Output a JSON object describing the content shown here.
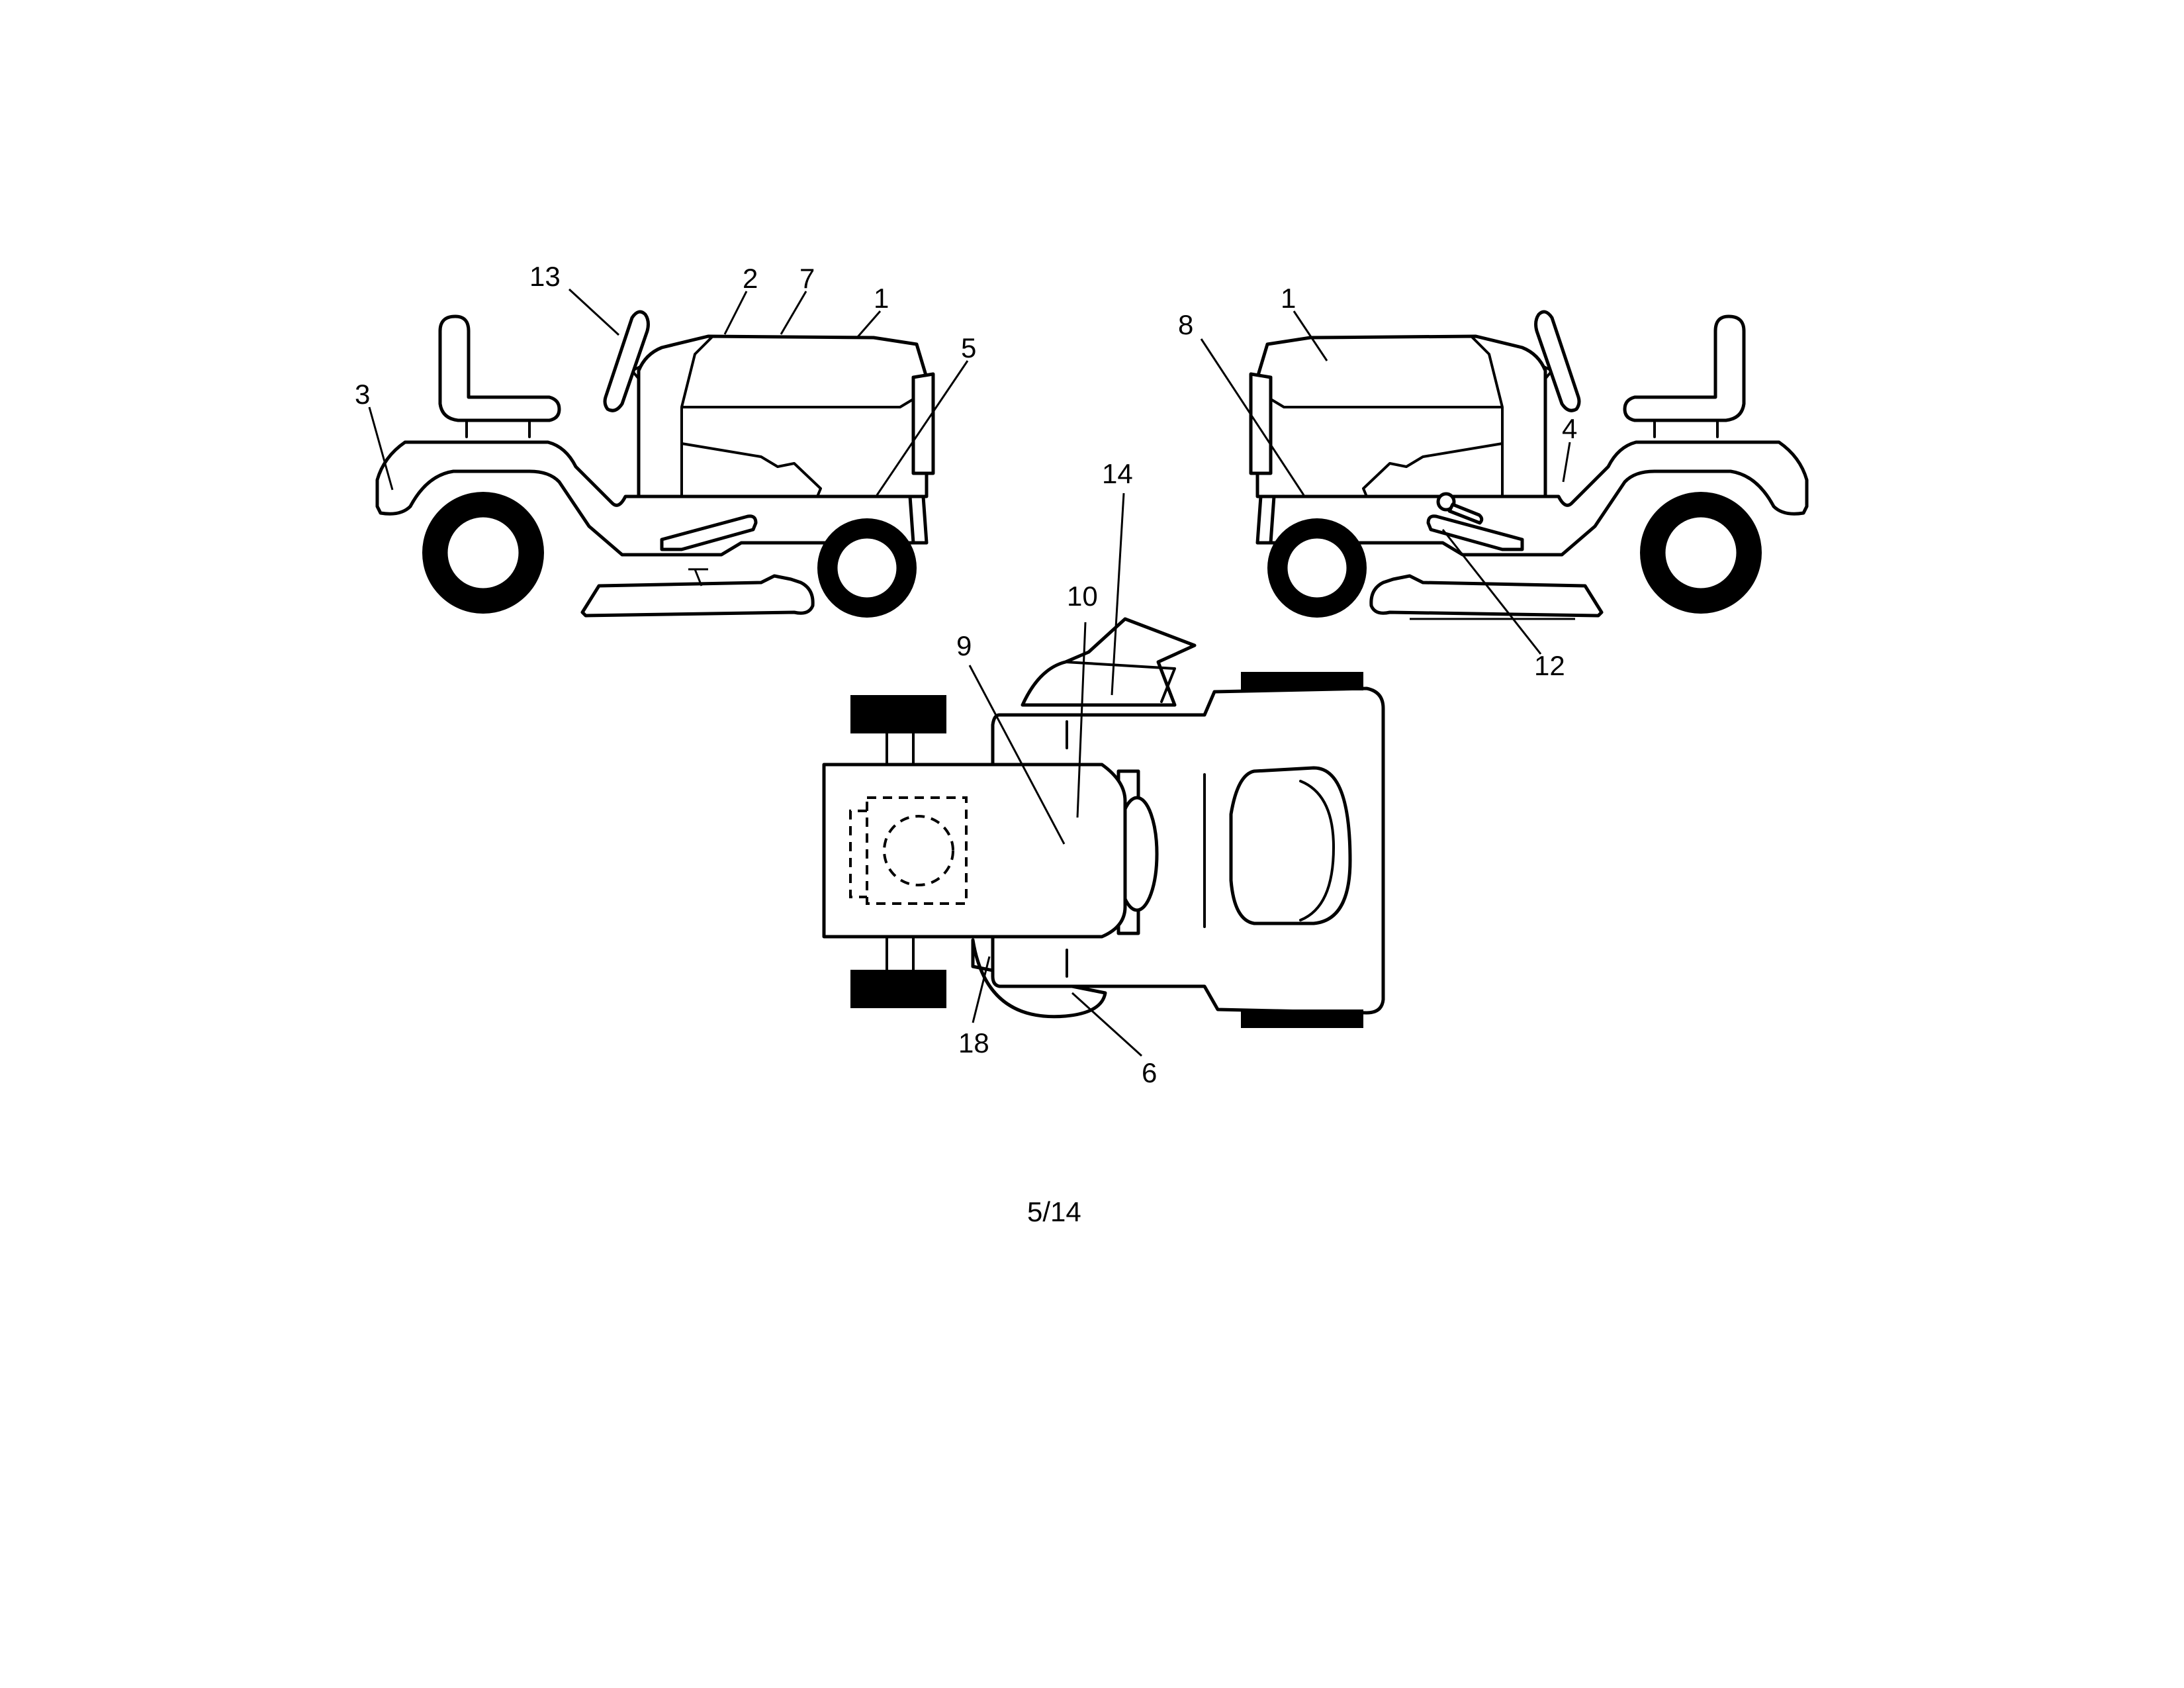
{
  "diagram": {
    "callouts": {
      "left_13": "13",
      "left_2": "2",
      "left_7": "7",
      "left_1": "1",
      "left_5": "5",
      "left_3": "3",
      "right_1": "1",
      "right_8": "8",
      "right_4": "4",
      "right_12": "12",
      "top_14": "14",
      "top_10": "10",
      "top_9": "9",
      "top_18": "18",
      "top_6": "6"
    },
    "page_number": "5/14"
  }
}
